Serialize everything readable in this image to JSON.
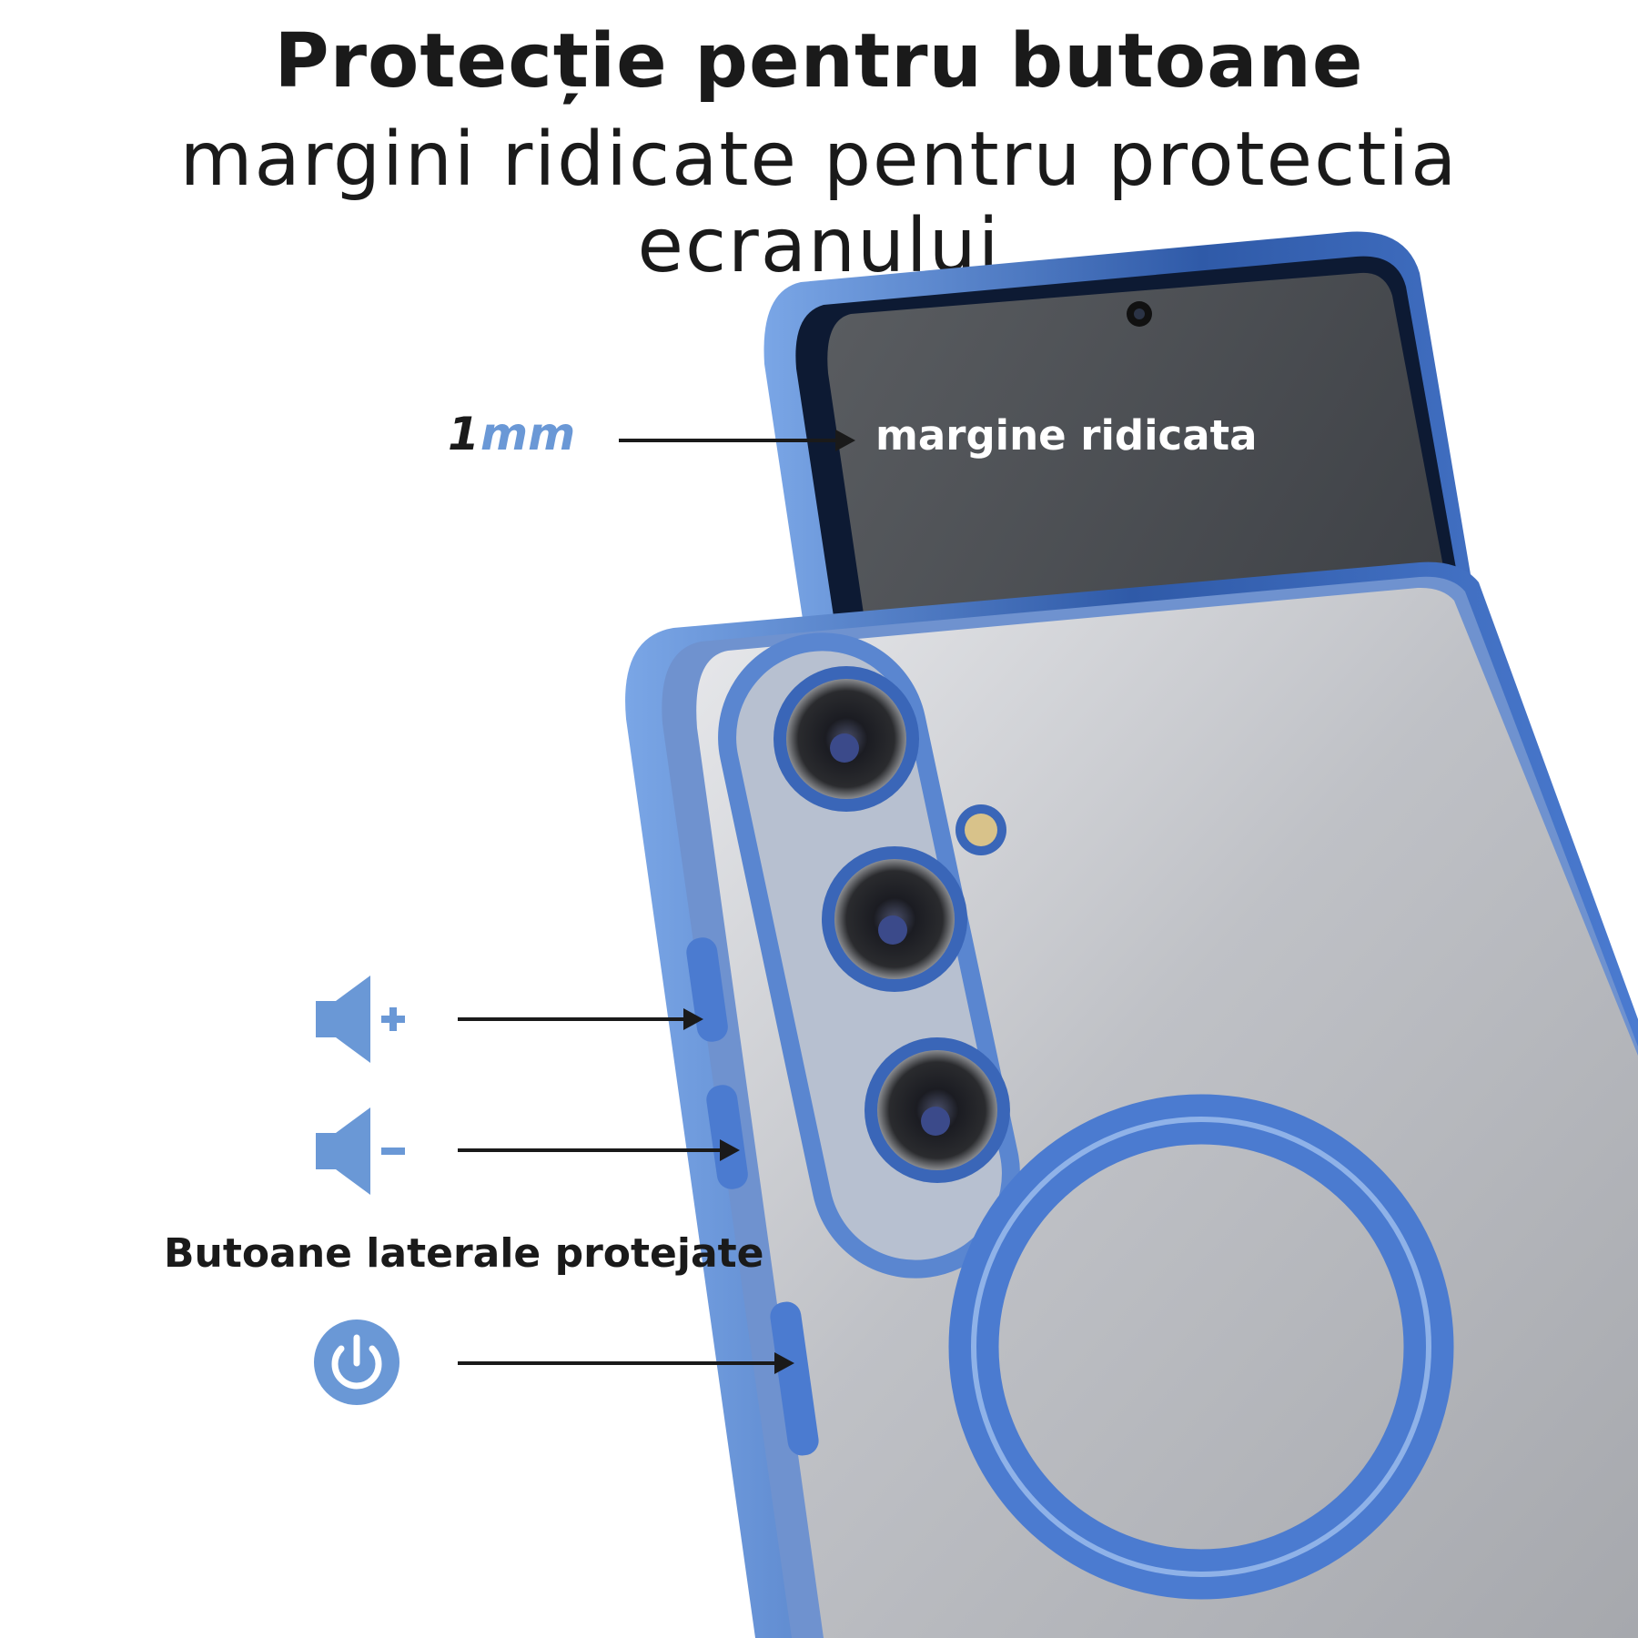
{
  "header": {
    "title": "Protecție pentru butoane",
    "subtitle": "margini ridicate pentru protectia ecranului"
  },
  "callouts": {
    "thickness_number": "1",
    "thickness_unit": "mm",
    "raised_edge_label": "margine ridicata",
    "side_buttons_label": "Butoane laterale protejate"
  },
  "icons": [
    "volume-up-icon",
    "volume-down-icon",
    "power-icon"
  ],
  "colors": {
    "accent": "#6a98d6",
    "case_blue": "#3a66b8",
    "text_dark": "#1a1a1a",
    "screen_dark": "#3b3f45"
  }
}
